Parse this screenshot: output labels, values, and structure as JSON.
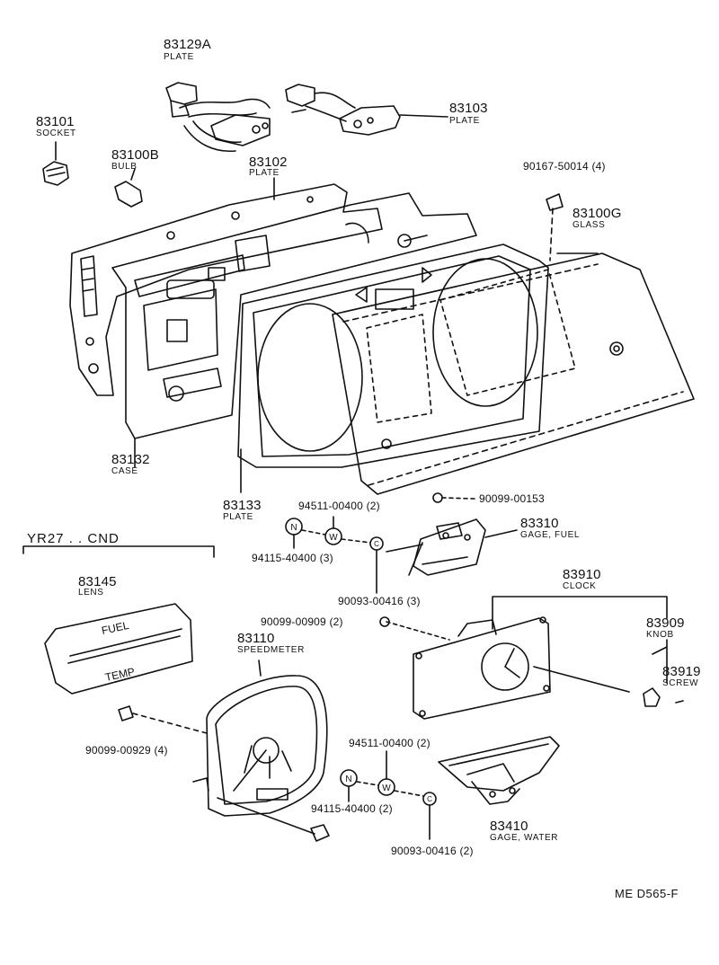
{
  "parts": {
    "p83129a": {
      "number": "83129A",
      "name": "PLATE"
    },
    "p83103": {
      "number": "83103",
      "name": "PLATE"
    },
    "p83101": {
      "number": "83101",
      "name": "SOCKET"
    },
    "p83100b": {
      "number": "83100B",
      "name": "BULB"
    },
    "p83102": {
      "number": "83102",
      "name": "PLATE"
    },
    "p83100g": {
      "number": "83100G",
      "name": "GLASS"
    },
    "p83132": {
      "number": "83132",
      "name": "CASE"
    },
    "p83133": {
      "number": "83133",
      "name": "PLATE"
    },
    "p83310": {
      "number": "83310",
      "name": "GAGE, FUEL"
    },
    "p83145": {
      "number": "83145",
      "name": "LENS"
    },
    "p83910": {
      "number": "83910",
      "name": "CLOCK"
    },
    "p83909": {
      "number": "83909",
      "name": "KNOB"
    },
    "p83919": {
      "number": "83919",
      "name": "SCREW"
    },
    "p83110": {
      "number": "83110",
      "name": "SPEEDMETER"
    },
    "p83410": {
      "number": "83410",
      "name": "GAGE, WATER"
    }
  },
  "fasteners": {
    "f90167": "90167-50014 (4)",
    "f90099_153": "90099-00153",
    "f94511_a": "94511-00400 (2)",
    "f94115_a": "94115-40400 (3)",
    "f90093_a": "90093-00416 (3)",
    "f90099_909": "90099-00909 (2)",
    "f90099_929": "90099-00929 (4)",
    "f94511_b": "94511-00400 (2)",
    "f94115_b": "94115-40400 (2)",
    "f90093_b": "90093-00416 (2)"
  },
  "variant_note": "YR27 . . CND",
  "lens_text": {
    "fuel": "FUEL",
    "temp": "TEMP"
  },
  "washer_letters": {
    "n": "N",
    "w": "W",
    "c": "C"
  },
  "diagram_code": "ME  D565-F"
}
